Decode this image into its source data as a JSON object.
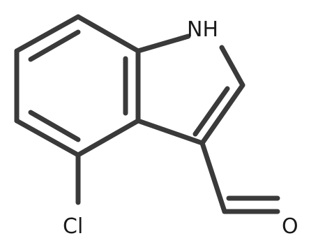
{
  "molecule": {
    "atom_labels": {
      "nh": "NH",
      "cl": "Cl",
      "o": "O"
    },
    "colors": {
      "bond": "#3a3a3a",
      "text": "#1a1a1a",
      "background": "#ffffff"
    }
  }
}
